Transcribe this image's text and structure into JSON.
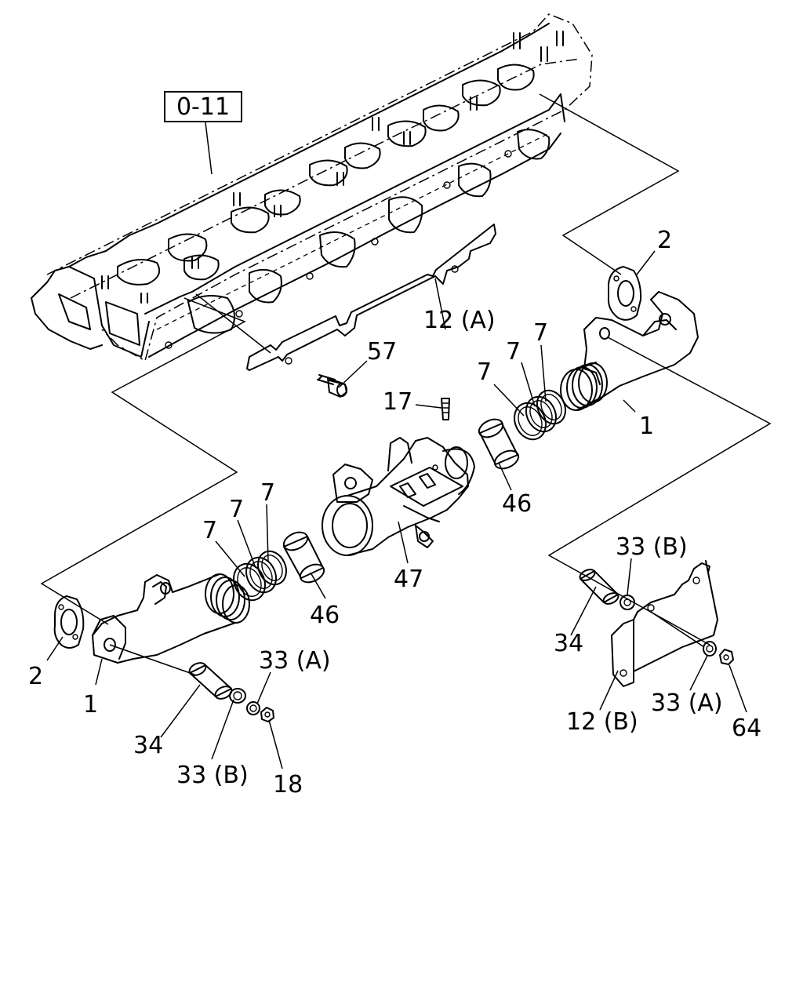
{
  "diagram": {
    "reference_box": "0-11",
    "labels": {
      "l2_top": "2",
      "l12a": "12 (A)",
      "l57": "57",
      "l7_a": "7",
      "l7_b": "7",
      "l7_c": "7",
      "l17": "17",
      "l1_right": "1",
      "l46_right": "46",
      "l47": "47",
      "l7_d": "7",
      "l7_e": "7",
      "l7_f": "7",
      "l46_left": "46",
      "l2_left": "2",
      "l1_left": "1",
      "l34_left": "34",
      "l33a_left": "33 (A)",
      "l33b_left": "33 (B)",
      "l18": "18",
      "l33b_right": "33 (B)",
      "l34_right": "34",
      "l12b": "12 (B)",
      "l33a_right": "33 (A)",
      "l64": "64"
    }
  }
}
